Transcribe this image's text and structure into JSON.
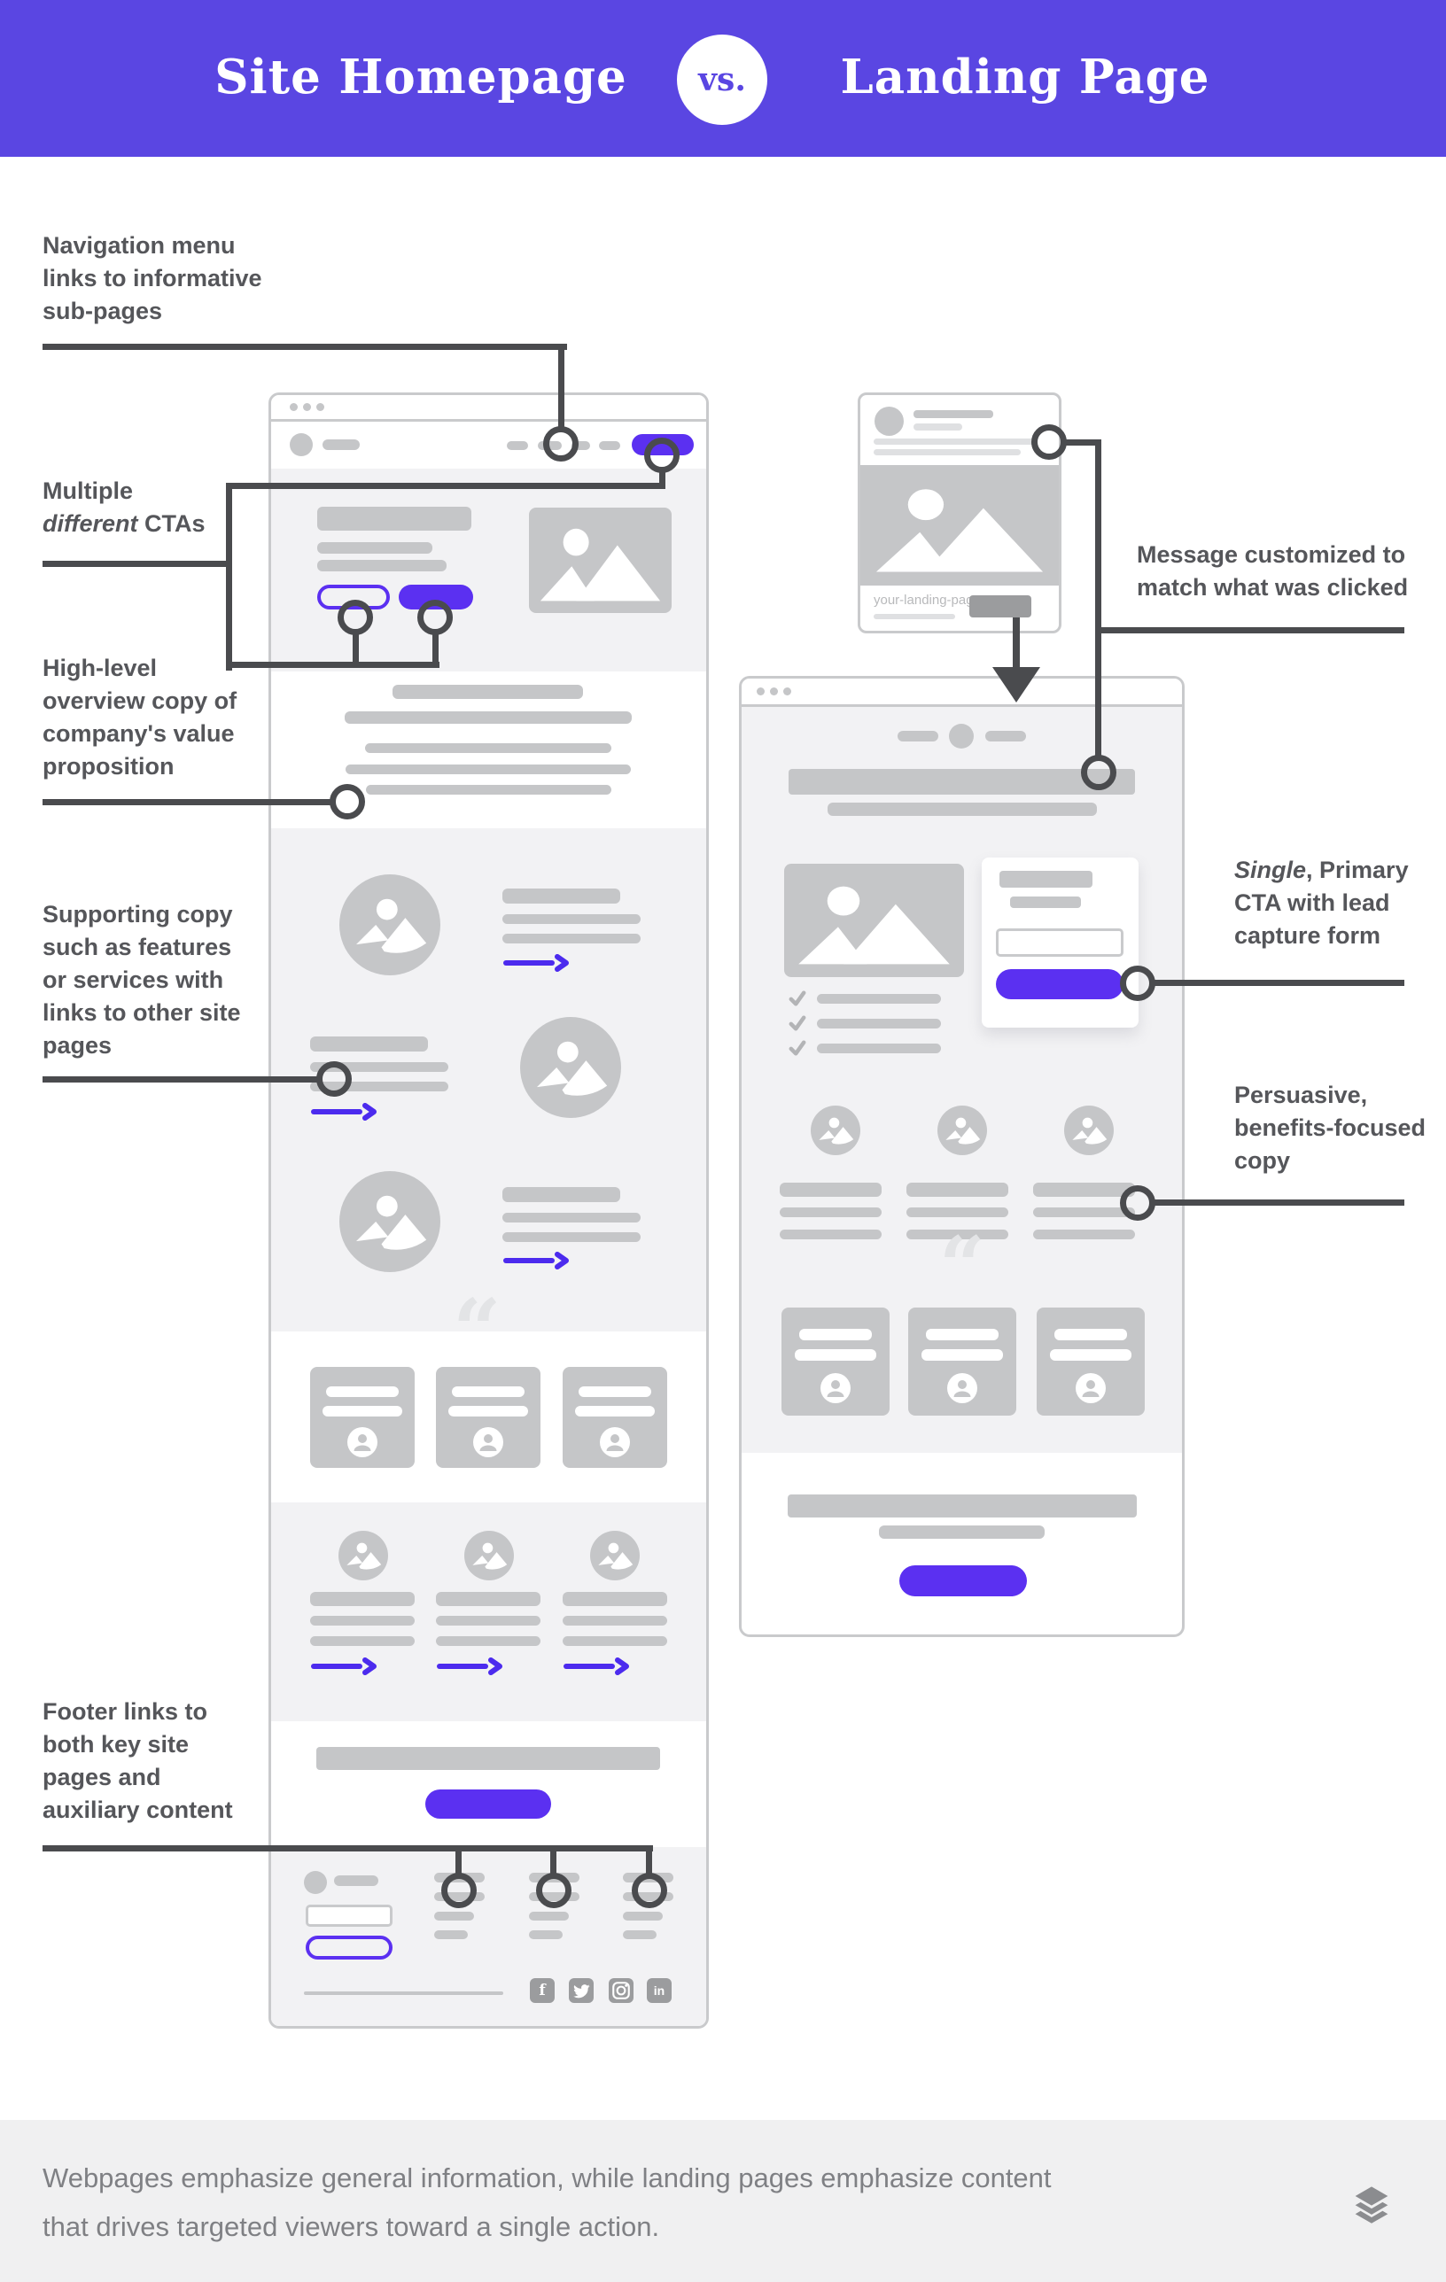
{
  "header": {
    "title_left": "Site Homepage",
    "vs_label": "vs.",
    "title_right": "Landing Page"
  },
  "annotations": {
    "navigation": "Navigation menu\nlinks to informative\nsub-pages",
    "multiple_pre": "Multiple\n",
    "multiple_italic": "different",
    "multiple_post": " CTAs",
    "overview": "High-level\noverview copy of\ncompany's value\nproposition",
    "supporting": "Supporting copy\nsuch as features\nor services with\nlinks to other site\npages",
    "footer_links": "Footer links to\nboth key site\npages and\nauxiliary content",
    "message": "Message customized to\nmatch what was clicked",
    "single_italic": "Single",
    "single_post": ", Primary\nCTA with lead\ncapture form",
    "persuasive": "Persuasive,\nbenefits-focused\ncopy"
  },
  "ad_card": {
    "url": "your-landing-page.com"
  },
  "homepage_footer": {
    "social_icons": [
      "facebook-icon",
      "twitter-icon",
      "instagram-icon",
      "linkedin-icon"
    ],
    "facebook_glyph": "f",
    "linkedin_glyph": "in"
  },
  "decor": {
    "quote_mark": "“"
  },
  "caption": {
    "text": "Webpages emphasize general information, while landing pages emphasize content\nthat drives targeted viewers toward a single action.",
    "logo": "layers-logo-icon"
  },
  "colors": {
    "banner_purple": "#5a46e2",
    "cta_purple": "#5b30f1",
    "arrow_purple": "#4c2bee",
    "connector_gray": "#4a4b4e",
    "annotation_text": "#55565a",
    "wireframe_gray": "#c5c6c8",
    "section_gray": "#f2f2f4",
    "border_gray": "#c9cacc",
    "caption_bg": "#f0f0f1",
    "caption_text": "#7f8084"
  }
}
